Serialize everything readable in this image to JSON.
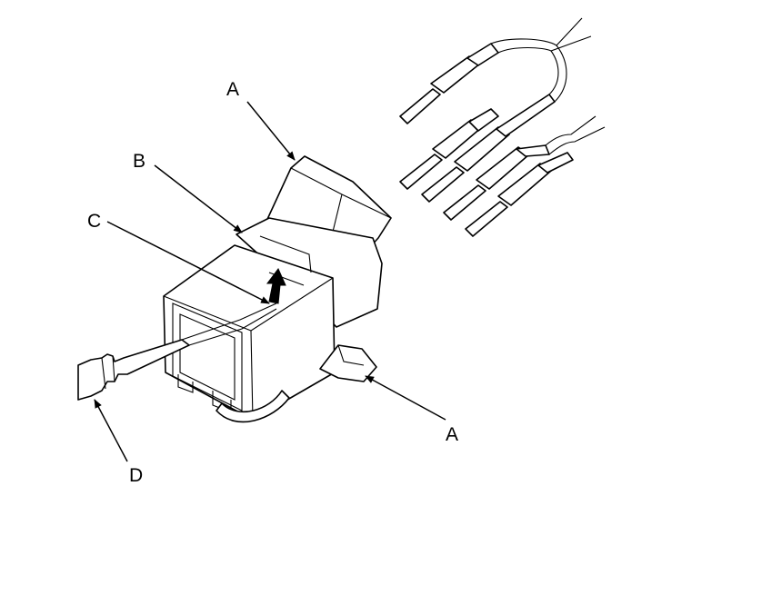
{
  "diagram": {
    "callouts": {
      "a_top": "A",
      "a_bottom": "A",
      "b": "B",
      "c": "C",
      "d": "D"
    }
  }
}
